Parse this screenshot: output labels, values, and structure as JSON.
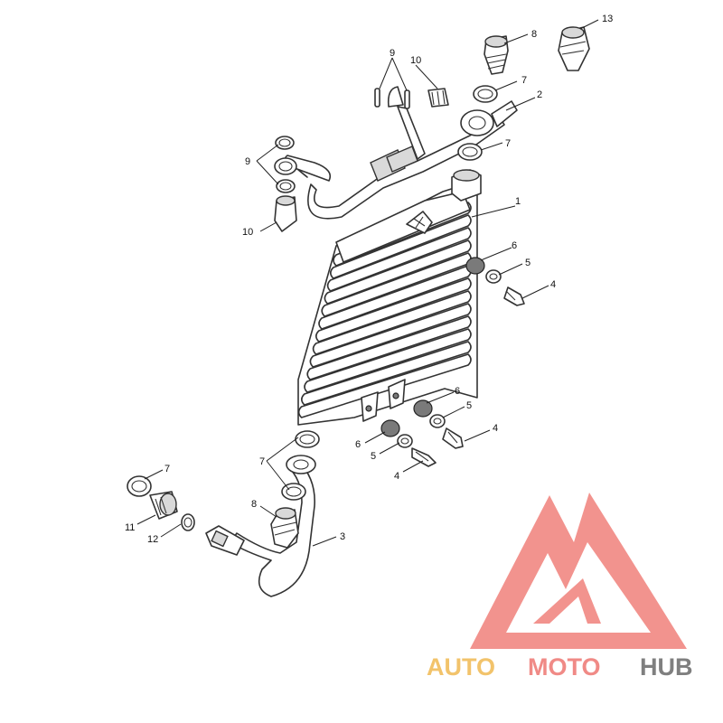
{
  "labels": {
    "c1": "1",
    "c2": "2",
    "c3": "3",
    "c4a": "4",
    "c4b": "4",
    "c4c": "4",
    "c5a": "5",
    "c5b": "5",
    "c5c": "5",
    "c6a": "6",
    "c6b": "6",
    "c6c": "6",
    "c7a": "7",
    "c7b": "7",
    "c7c": "7",
    "c7d": "7",
    "c8a": "8",
    "c8b": "8",
    "c9a": "9",
    "c9b": "9",
    "c10a": "10",
    "c10b": "10",
    "c11": "11",
    "c12": "12",
    "c13": "13"
  },
  "watermark": {
    "part1": "AUTO",
    "part2": "MOTO",
    "part3": "HUB",
    "colors": {
      "auto": "#f2c36b",
      "moto": "#f08a86",
      "hub": "#7f7f7f",
      "logo": "#f28e88"
    }
  }
}
